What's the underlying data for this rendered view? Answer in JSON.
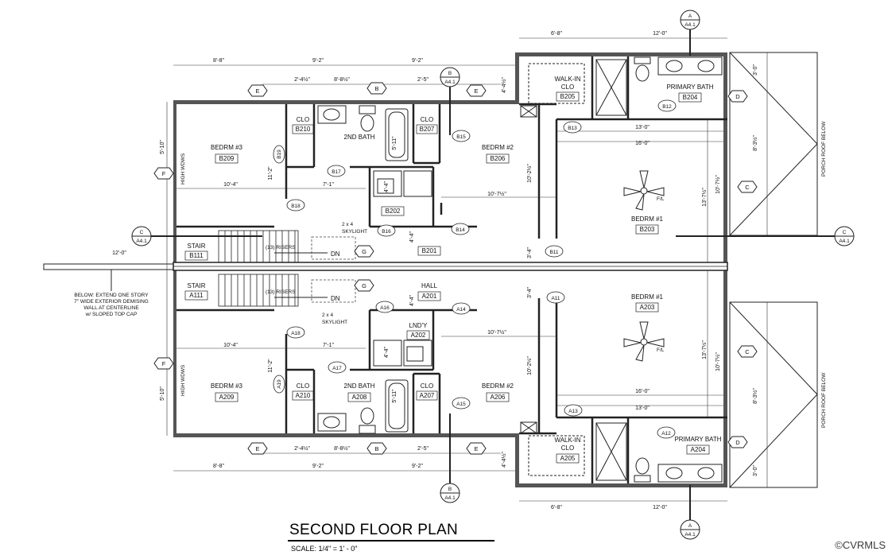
{
  "title": "SECOND FLOOR PLAN",
  "scale": "SCALE: 1/4\" = 1' - 0\"",
  "watermark": "©CVRMLS",
  "rooms": {
    "b_bedrm3": "BEDRM #3",
    "b_bedrm3_tag": "B209",
    "b_clo1": "CLO",
    "b_clo1_tag": "B210",
    "b_bath": "2ND BATH",
    "b_clo2": "CLO",
    "b_clo2_tag": "B207",
    "b_bedrm2": "BEDRM #2",
    "b_bedrm2_tag": "B206",
    "b_walkin1": "WALK-IN",
    "b_walkin2": "CLO",
    "b_walkin_tag": "B205",
    "b_primbath": "PRIMARY BATH",
    "b_primbath_tag": "B204",
    "b_bedrm1": "BEDRM #1",
    "b_bedrm1_tag": "B203",
    "b_lndy_tag": "B202",
    "b_hall_tag": "B201",
    "b_stair": "STAIR",
    "b_stair_tag": "B111",
    "a_stair": "STAIR",
    "a_stair_tag": "A111",
    "a_hall": "HALL",
    "a_hall_tag": "A201",
    "a_lndy": "LND'Y",
    "a_lndy_tag": "A202",
    "a_bedrm1": "BEDRM #1",
    "a_bedrm1_tag": "A203",
    "a_bedrm3": "BEDRM #3",
    "a_bedrm3_tag": "A209",
    "a_clo1": "CLO",
    "a_clo1_tag": "A210",
    "a_bath": "2ND BATH",
    "a_bath_tag": "A208",
    "a_clo2": "CLO",
    "a_clo2_tag": "A207",
    "a_bedrm2": "BEDRM #2",
    "a_bedrm2_tag": "A206",
    "a_walkin1": "WALK-IN",
    "a_walkin2": "CLO",
    "a_walkin_tag": "A205",
    "a_primbath": "PRIMARY BATH",
    "a_primbath_tag": "A204"
  },
  "labels": {
    "risers": "(13) RISERS",
    "dn": "DN",
    "skylight1": "2 x 4",
    "skylight2": "SKYLIGHT",
    "high_wdws": "HIGH WDWS",
    "porch_roof": "PORCH ROOF BELOW",
    "fl": "F/L",
    "note1": "BELOW: EXTEND ONE STORY",
    "note2": "7\" WIDE EXTERIOR DEMISING",
    "note3": "WALL  AT CENTERLINE",
    "note4": "w/ SLOPED TOP CAP"
  },
  "dims": {
    "d8_8": "8'-8\"",
    "d9_2": "9'-2\"",
    "d6_8": "6'-8\"",
    "d12_0": "12'-0\"",
    "d2_4": "2'-4½\"",
    "d8_8b": "8'-8½\"",
    "d2_5": "2'-5\"",
    "d4_4": "4'-4½\"",
    "d5_10": "5'-10\"",
    "d11_2": "11'-2\"",
    "d10_4": "10'-4\"",
    "d7_1": "7'-1\"",
    "d5_11": "5'-11\"",
    "d10_2": "10'-2½\"",
    "d10_7": "10'-7½\"",
    "d13_0": "13'-0\"",
    "d16_0": "16'-0\"",
    "d13_7": "13'-7½\"",
    "d10_7b": "10'-7½\"",
    "d8_3": "8'-3½\"",
    "d3_0": "3'-0\"",
    "d3_4": "3'-4\"",
    "d4_4v": "4'-4\"",
    "d4_4b": "4'-4\""
  },
  "tags": {
    "E": "E",
    "B": "B",
    "F": "F",
    "C": "C",
    "D": "D",
    "G": "G",
    "A": "A",
    "sheet": "A4.1",
    "b11": "B11",
    "b12": "B12",
    "b13": "B13",
    "b14": "B14",
    "b15": "B15",
    "b16": "B16",
    "b17": "B17",
    "b18": "B18",
    "b19": "B19",
    "a11": "A11",
    "a12": "A12",
    "a13": "A13",
    "a14": "A14",
    "a15": "A15",
    "a16": "A16",
    "a17": "A17",
    "a18": "A18",
    "a19": "A19"
  }
}
